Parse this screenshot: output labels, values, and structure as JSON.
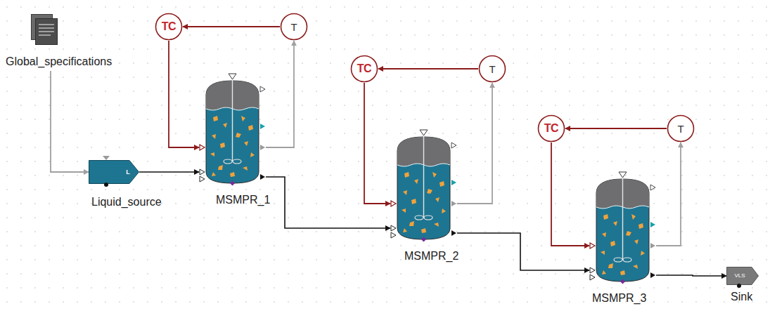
{
  "diagram": {
    "nodes": [
      {
        "text": [
          "Global_specifications"
        ]
      },
      {
        "text": [
          "TC"
        ]
      },
      {
        "text": [
          "T"
        ]
      },
      {
        "text": [
          "L",
          "Liquid_source"
        ]
      },
      {
        "text": [
          "MSMPR_1"
        ]
      },
      {
        "text": [
          "TC"
        ]
      },
      {
        "text": [
          "T"
        ]
      },
      {
        "text": [
          "MSMPR_2"
        ]
      },
      {
        "text": [
          "TC"
        ]
      },
      {
        "text": [
          "T"
        ]
      },
      {
        "text": [
          "MSMPR_3"
        ]
      },
      {
        "text": [
          "VLS",
          "Sink"
        ]
      }
    ],
    "edges": [
      {
        "from": 0,
        "to": 3,
        "arrow": "to"
      },
      {
        "from": 3,
        "to": 4,
        "arrow": "to"
      },
      {
        "from": 4,
        "to": 7,
        "arrow": "to"
      },
      {
        "from": 7,
        "to": 10,
        "arrow": "to"
      },
      {
        "from": 10,
        "to": 11,
        "arrow": "to"
      },
      {
        "from": 4,
        "to": 2,
        "arrow": "to"
      },
      {
        "from": 2,
        "to": 1,
        "arrow": "to"
      },
      {
        "from": 1,
        "to": 4,
        "arrow": "to"
      },
      {
        "from": 7,
        "to": 6,
        "arrow": "to"
      },
      {
        "from": 6,
        "to": 5,
        "arrow": "to"
      },
      {
        "from": 5,
        "to": 7,
        "arrow": "to"
      },
      {
        "from": 10,
        "to": 9,
        "arrow": "to"
      },
      {
        "from": 9,
        "to": 8,
        "arrow": "to"
      },
      {
        "from": 8,
        "to": 10,
        "arrow": "to"
      }
    ]
  }
}
